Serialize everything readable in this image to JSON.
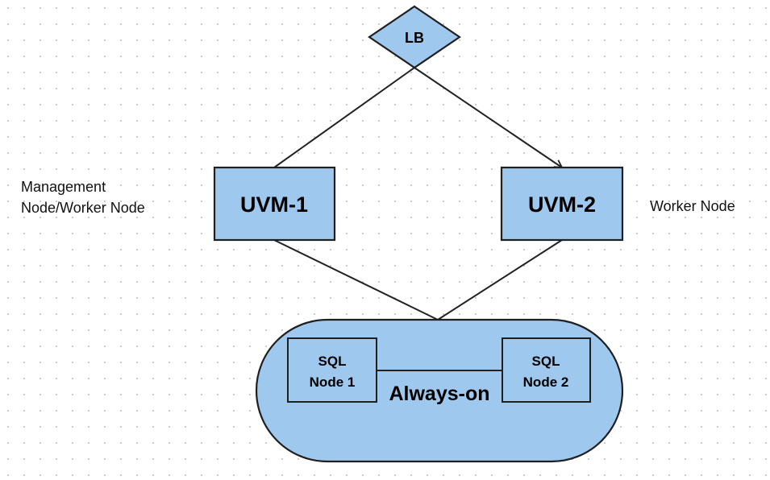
{
  "colors": {
    "fill": "#9fc8ee",
    "stroke": "#1f1f1f",
    "edge": "#222222"
  },
  "nodes": {
    "lb": {
      "label": "LB",
      "shape": "diamond"
    },
    "uvm1": {
      "label": "UVM-1",
      "shape": "rectangle"
    },
    "uvm2": {
      "label": "UVM-2",
      "shape": "rectangle"
    },
    "cluster": {
      "label": "Always-on",
      "shape": "rounded-rectangle"
    },
    "sql1": {
      "line1": "SQL",
      "line2": "Node 1",
      "shape": "rectangle"
    },
    "sql2": {
      "line1": "SQL",
      "line2": "Node 2",
      "shape": "rectangle"
    }
  },
  "annotations": {
    "uvm1_role_line1": "Management",
    "uvm1_role_line2": "Node/Worker Node",
    "uvm2_role": "Worker Node"
  },
  "edges": [
    {
      "from": "lb",
      "to": "uvm1",
      "arrow": false
    },
    {
      "from": "lb",
      "to": "uvm2",
      "arrow": true
    },
    {
      "from": "uvm1",
      "to": "cluster",
      "arrow": false
    },
    {
      "from": "uvm2",
      "to": "cluster",
      "arrow": false
    },
    {
      "from": "sql1",
      "to": "sql2",
      "arrow": false
    }
  ]
}
